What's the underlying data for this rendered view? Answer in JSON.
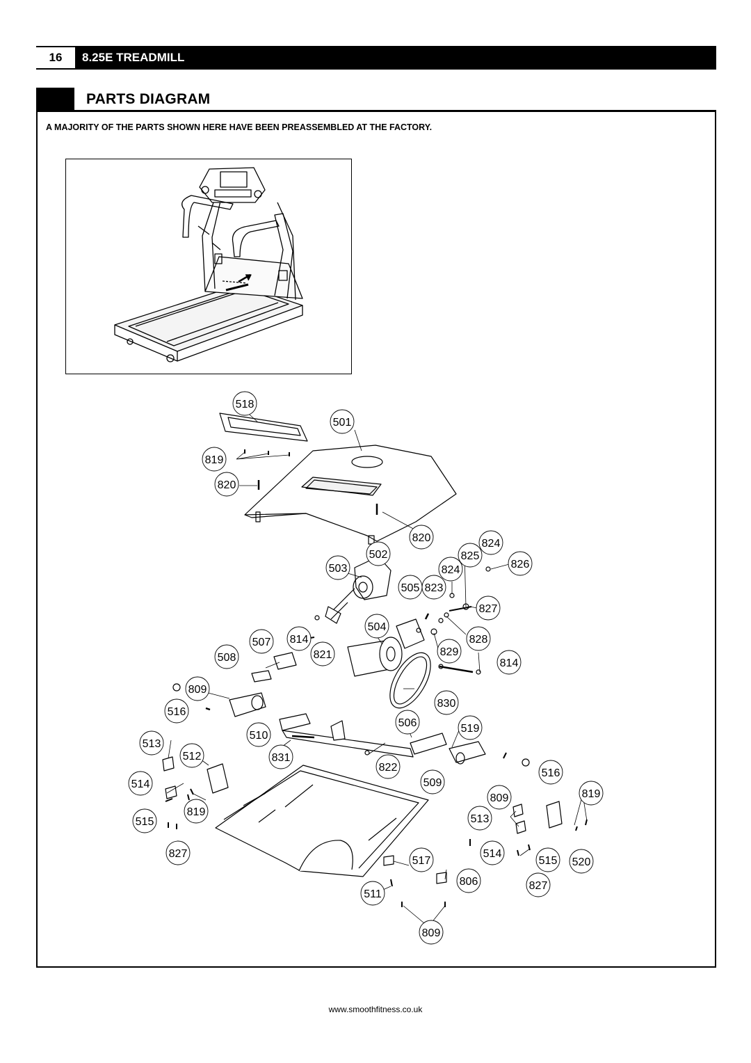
{
  "header": {
    "page_number": "16",
    "title": "8.25E TREADMILL"
  },
  "section": {
    "title": "PARTS DIAGRAM"
  },
  "intro_note": "A MAJORITY OF THE PARTS SHOWN HERE HAVE BEEN PREASSEMBLED AT THE FACTORY.",
  "callouts": [
    {
      "id": "518",
      "label": "518"
    },
    {
      "id": "501",
      "label": "501"
    },
    {
      "id": "819a",
      "label": "819"
    },
    {
      "id": "820a",
      "label": "820"
    },
    {
      "id": "820b",
      "label": "820"
    },
    {
      "id": "824a",
      "label": "824"
    },
    {
      "id": "502",
      "label": "502"
    },
    {
      "id": "825",
      "label": "825"
    },
    {
      "id": "826",
      "label": "826"
    },
    {
      "id": "503",
      "label": "503"
    },
    {
      "id": "824b",
      "label": "824"
    },
    {
      "id": "505",
      "label": "505"
    },
    {
      "id": "823",
      "label": "823"
    },
    {
      "id": "827a",
      "label": "827"
    },
    {
      "id": "504",
      "label": "504"
    },
    {
      "id": "507",
      "label": "507"
    },
    {
      "id": "814a",
      "label": "814"
    },
    {
      "id": "828",
      "label": "828"
    },
    {
      "id": "508",
      "label": "508"
    },
    {
      "id": "821",
      "label": "821"
    },
    {
      "id": "829",
      "label": "829"
    },
    {
      "id": "814b",
      "label": "814"
    },
    {
      "id": "809a",
      "label": "809"
    },
    {
      "id": "830",
      "label": "830"
    },
    {
      "id": "516a",
      "label": "516"
    },
    {
      "id": "506",
      "label": "506"
    },
    {
      "id": "519",
      "label": "519"
    },
    {
      "id": "510",
      "label": "510"
    },
    {
      "id": "513a",
      "label": "513"
    },
    {
      "id": "512",
      "label": "512"
    },
    {
      "id": "831",
      "label": "831"
    },
    {
      "id": "822",
      "label": "822"
    },
    {
      "id": "516b",
      "label": "516"
    },
    {
      "id": "514a",
      "label": "514"
    },
    {
      "id": "509",
      "label": "509"
    },
    {
      "id": "809b",
      "label": "809"
    },
    {
      "id": "819b",
      "label": "819"
    },
    {
      "id": "515a",
      "label": "515"
    },
    {
      "id": "819c",
      "label": "819"
    },
    {
      "id": "513b",
      "label": "513"
    },
    {
      "id": "827b",
      "label": "827"
    },
    {
      "id": "517",
      "label": "517"
    },
    {
      "id": "514b",
      "label": "514"
    },
    {
      "id": "515b",
      "label": "515"
    },
    {
      "id": "520",
      "label": "520"
    },
    {
      "id": "806",
      "label": "806"
    },
    {
      "id": "827c",
      "label": "827"
    },
    {
      "id": "511",
      "label": "511"
    },
    {
      "id": "809c",
      "label": "809"
    }
  ],
  "footer": {
    "url": "www.smoothfitness.co.uk"
  }
}
